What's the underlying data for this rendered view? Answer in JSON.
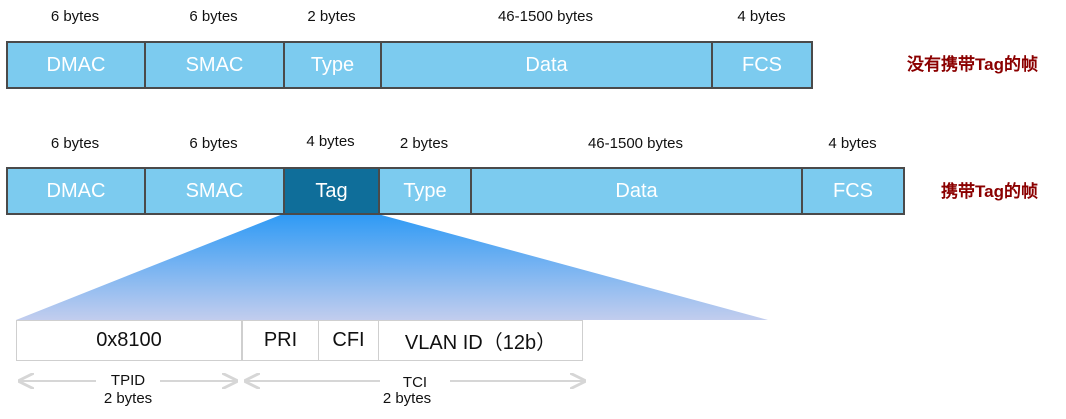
{
  "untagged_frame": {
    "label": "没有携带Tag的帧",
    "fields": [
      {
        "name": "DMAC",
        "size": "6 bytes"
      },
      {
        "name": "SMAC",
        "size": "6 bytes"
      },
      {
        "name": "Type",
        "size": "2 bytes"
      },
      {
        "name": "Data",
        "size": "46-1500 bytes"
      },
      {
        "name": "FCS",
        "size": "4 bytes"
      }
    ]
  },
  "tagged_frame": {
    "label": "携带Tag的帧",
    "fields": [
      {
        "name": "DMAC",
        "size": "6 bytes"
      },
      {
        "name": "SMAC",
        "size": "6 bytes"
      },
      {
        "name": "Tag",
        "size": "4 bytes"
      },
      {
        "name": "Type",
        "size": "2 bytes"
      },
      {
        "name": "Data",
        "size": "46-1500 bytes"
      },
      {
        "name": "FCS",
        "size": "4 bytes"
      }
    ]
  },
  "tag_detail": {
    "fields": [
      "0x8100",
      "PRI",
      "CFI",
      "VLAN ID（12b）"
    ],
    "tpid": {
      "name": "TPID",
      "size": "2 bytes"
    },
    "tci": {
      "name": "TCI",
      "size": "2 bytes"
    }
  },
  "colors": {
    "field_fill": "#7ccbef",
    "tag_fill": "#0f6e9a",
    "label_red": "#8b0000"
  }
}
